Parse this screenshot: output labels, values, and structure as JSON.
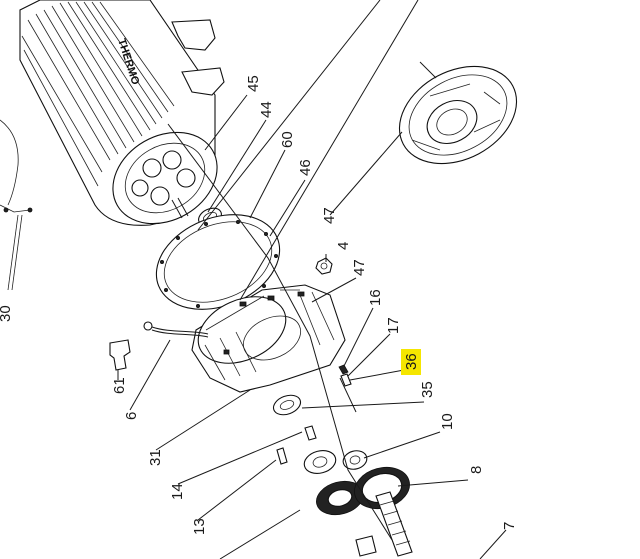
{
  "diagram": {
    "callouts": [
      {
        "id": "45",
        "label": "45"
      },
      {
        "id": "44",
        "label": "44"
      },
      {
        "id": "60",
        "label": "60"
      },
      {
        "id": "46",
        "label": "46"
      },
      {
        "id": "47a",
        "label": "47"
      },
      {
        "id": "4",
        "label": "4"
      },
      {
        "id": "47b",
        "label": "47"
      },
      {
        "id": "16",
        "label": "16"
      },
      {
        "id": "17",
        "label": "17"
      },
      {
        "id": "36",
        "label": "36",
        "highlight": "#f5e600"
      },
      {
        "id": "35",
        "label": "35"
      },
      {
        "id": "10",
        "label": "10"
      },
      {
        "id": "8",
        "label": "8"
      },
      {
        "id": "7",
        "label": "7"
      },
      {
        "id": "61",
        "label": "61"
      },
      {
        "id": "6",
        "label": "6"
      },
      {
        "id": "31",
        "label": "31"
      },
      {
        "id": "14",
        "label": "14"
      },
      {
        "id": "13",
        "label": "13"
      },
      {
        "id": "30",
        "label": "30"
      }
    ],
    "stamp_text": "THERMO"
  }
}
